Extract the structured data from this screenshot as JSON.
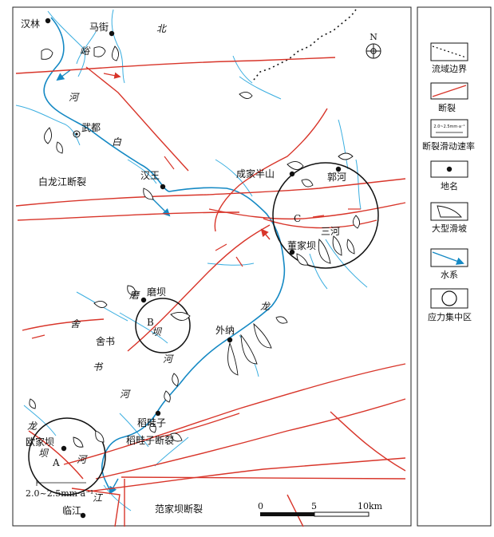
{
  "map": {
    "places": [
      {
        "id": "hanlin",
        "name": "汉林"
      },
      {
        "id": "majie",
        "name": "马街"
      },
      {
        "id": "wudu",
        "name": "武都"
      },
      {
        "id": "hanwang",
        "name": "汉王"
      },
      {
        "id": "chengjiabanshan",
        "name": "成家半山"
      },
      {
        "id": "guohe",
        "name": "郭河"
      },
      {
        "id": "sanhe",
        "name": "三河"
      },
      {
        "id": "dongjiaba",
        "name": "董家坝"
      },
      {
        "id": "moba",
        "name": "磨坝"
      },
      {
        "id": "waina",
        "name": "外纳"
      },
      {
        "id": "sheshu",
        "name": "舍书"
      },
      {
        "id": "daoweizi",
        "name": "稻畦子"
      },
      {
        "id": "oujiaba",
        "name": "欧家坝"
      },
      {
        "id": "linjiang",
        "name": "临江"
      }
    ],
    "river_chars": [
      "北",
      "峪",
      "河",
      "白",
      "磨",
      "坝",
      "河",
      "舍",
      "书",
      "龙",
      "河",
      "龙",
      "坝",
      "河",
      "江"
    ],
    "fault_labels": {
      "bailongjiang": "白龙江断裂",
      "daoweizi": "稻畦子断裂",
      "fanjiaba": "范家坝断裂"
    },
    "circle_labels": [
      "A",
      "B",
      "C"
    ],
    "rate_label": "2.0~2.5mm·a⁻¹",
    "north": "N",
    "scale": {
      "zero": "0",
      "mid": "5",
      "end": "10km"
    }
  },
  "legend": {
    "items": [
      {
        "key": "boundary",
        "label": "流域边界"
      },
      {
        "key": "fault",
        "label": "断裂"
      },
      {
        "key": "rate",
        "label": "断裂滑动速率",
        "sample": "2.0~2.5mm·a⁻¹"
      },
      {
        "key": "place",
        "label": "地名"
      },
      {
        "key": "landslide",
        "label": "大型滑坡"
      },
      {
        "key": "river",
        "label": "水系"
      },
      {
        "key": "stress",
        "label": "应力集中区"
      }
    ]
  },
  "colors": {
    "fault": "#d8352a",
    "river": "#1fa0d6",
    "river_main": "#1589c4",
    "ink": "#111111"
  }
}
